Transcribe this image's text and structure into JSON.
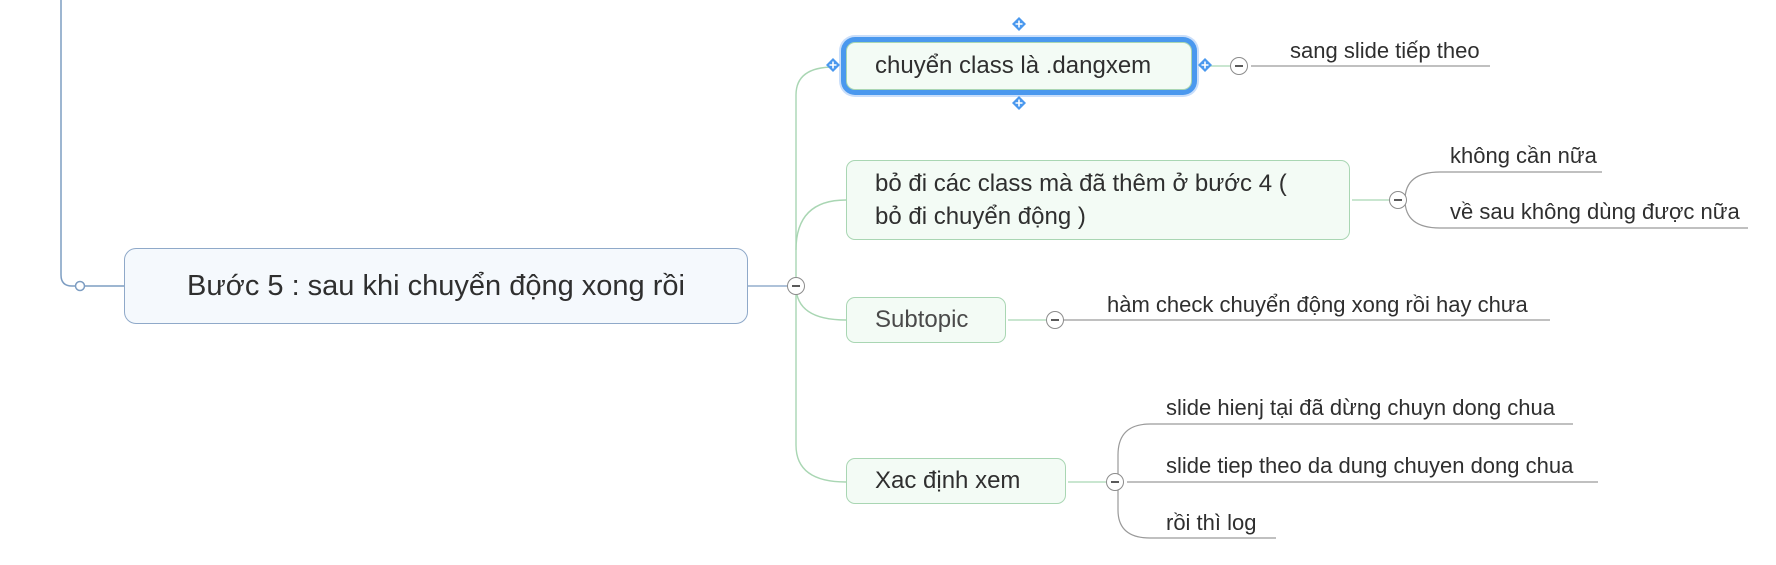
{
  "main_topic": {
    "label": "Bước 5 : sau khi chuyển động xong rồi"
  },
  "subtopics": [
    {
      "label": "chuyển class là .dangxem",
      "selected": true,
      "children": [
        "sang slide tiếp theo"
      ]
    },
    {
      "label_lines": [
        "bỏ đi các class mà đã thêm ở bước 4 (",
        "bỏ đi chuyển động )"
      ],
      "children": [
        "không cần nữa",
        "về sau không dùng được nữa"
      ]
    },
    {
      "label": "Subtopic",
      "children": [
        "hàm check chuyển động xong rồi hay chưa"
      ]
    },
    {
      "label": "Xac định xem",
      "children": [
        "slide hienj tại đã dừng chuyn dong chua",
        "slide tiep theo da dung chuyen dong chua",
        "rồi thì log"
      ]
    }
  ],
  "colors": {
    "main_branch_line": "#7d9dc2",
    "sub_branch_line": "#a9d6b3",
    "leaf_underline": "#9a9a9a",
    "selection": "#4a98ee"
  }
}
